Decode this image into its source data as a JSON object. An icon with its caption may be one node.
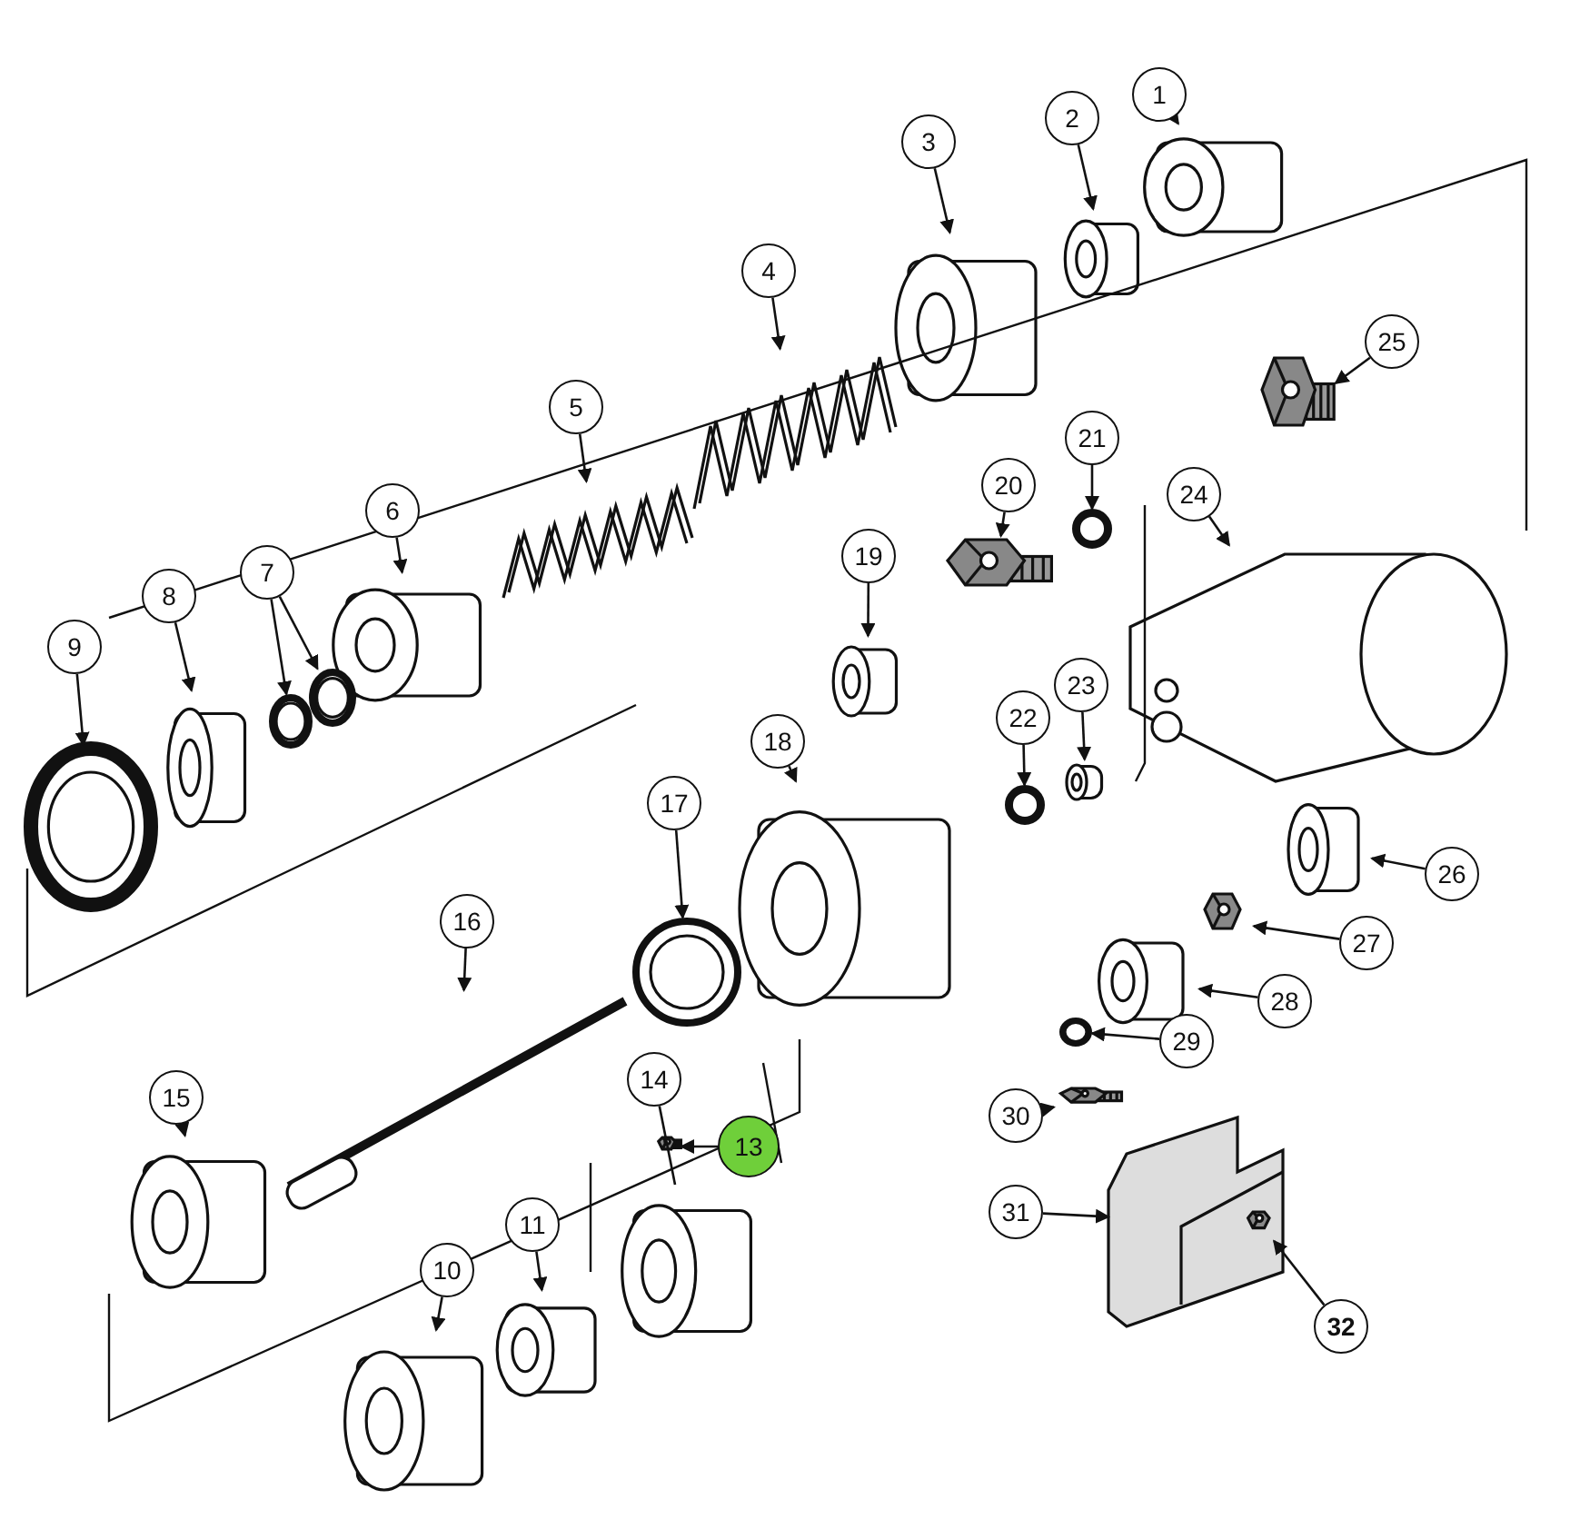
{
  "diagram": {
    "nodes": [
      {
        "text": [
          "1"
        ]
      },
      {
        "text": [],
        "shape": "picture"
      },
      {
        "text": [
          "2"
        ]
      },
      {
        "text": [],
        "shape": "picture"
      },
      {
        "text": [
          "3"
        ]
      },
      {
        "text": [],
        "shape": "picture"
      },
      {
        "text": [
          "4"
        ]
      },
      {
        "text": [],
        "shape": "picture"
      },
      {
        "text": [
          "5"
        ]
      },
      {
        "text": [],
        "shape": "picture"
      },
      {
        "text": [
          "6"
        ]
      },
      {
        "text": [],
        "shape": "picture"
      },
      {
        "text": [
          "7"
        ]
      },
      {
        "text": [],
        "shape": "picture"
      },
      {
        "text": [],
        "shape": "picture"
      },
      {
        "text": [
          "8"
        ]
      },
      {
        "text": [],
        "shape": "picture"
      },
      {
        "text": [
          "9"
        ]
      },
      {
        "text": [],
        "shape": "picture"
      },
      {
        "text": [
          "10"
        ]
      },
      {
        "text": [],
        "shape": "picture"
      },
      {
        "text": [
          "11"
        ]
      },
      {
        "text": [],
        "shape": "picture"
      },
      {
        "text": [
          "13"
        ]
      },
      {
        "text": [],
        "shape": "picture"
      },
      {
        "text": [
          "14"
        ]
      },
      {
        "text": [],
        "shape": "picture"
      },
      {
        "text": [
          "15"
        ]
      },
      {
        "text": [],
        "shape": "picture"
      },
      {
        "text": [
          "16"
        ]
      },
      {
        "text": [],
        "shape": "picture"
      },
      {
        "text": [
          "17"
        ]
      },
      {
        "text": [],
        "shape": "picture"
      },
      {
        "text": [
          "18"
        ]
      },
      {
        "text": [],
        "shape": "picture"
      },
      {
        "text": [
          "19"
        ]
      },
      {
        "text": [],
        "shape": "picture"
      },
      {
        "text": [
          "20"
        ]
      },
      {
        "text": [],
        "shape": "picture"
      },
      {
        "text": [
          "21"
        ]
      },
      {
        "text": [],
        "shape": "picture"
      },
      {
        "text": [
          "22"
        ]
      },
      {
        "text": [],
        "shape": "picture"
      },
      {
        "text": [
          "23"
        ]
      },
      {
        "text": [],
        "shape": "picture"
      },
      {
        "text": [
          "24"
        ]
      },
      {
        "text": [],
        "shape": "picture"
      },
      {
        "text": [
          "25"
        ]
      },
      {
        "text": [],
        "shape": "picture"
      },
      {
        "text": [
          "26"
        ]
      },
      {
        "text": [],
        "shape": "picture"
      },
      {
        "text": [
          "27"
        ]
      },
      {
        "text": [],
        "shape": "picture"
      },
      {
        "text": [
          "28"
        ]
      },
      {
        "text": [],
        "shape": "picture"
      },
      {
        "text": [
          "29"
        ]
      },
      {
        "text": [],
        "shape": "picture"
      },
      {
        "text": [
          "30"
        ]
      },
      {
        "text": [],
        "shape": "picture"
      },
      {
        "text": [
          "31"
        ]
      },
      {
        "text": [],
        "shape": "picture"
      },
      {
        "text": [
          "32"
        ]
      },
      {
        "text": [],
        "shape": "picture",
        "in": 60
      }
    ],
    "edges": [
      {
        "from": 0,
        "to": 1,
        "arrow": "to"
      },
      {
        "from": 2,
        "to": 3,
        "arrow": "to"
      },
      {
        "from": 4,
        "to": 5,
        "arrow": "to"
      },
      {
        "from": 6,
        "to": 7,
        "arrow": "to"
      },
      {
        "from": 8,
        "to": 9,
        "arrow": "to"
      },
      {
        "from": 10,
        "to": 11,
        "arrow": "to"
      },
      {
        "from": 12,
        "to": 13,
        "arrow": "to"
      },
      {
        "from": 12,
        "to": 14,
        "arrow": "to"
      },
      {
        "from": 15,
        "to": 16,
        "arrow": "to"
      },
      {
        "from": 17,
        "to": 18,
        "arrow": "to"
      },
      {
        "from": 19,
        "to": 20,
        "arrow": "to"
      },
      {
        "from": 21,
        "to": 22,
        "arrow": "to"
      },
      {
        "from": 23,
        "to": 24,
        "arrow": "to"
      },
      {
        "from": 25,
        "to": 26,
        "arrow": "none"
      },
      {
        "from": 27,
        "to": 28,
        "arrow": "to"
      },
      {
        "from": 29,
        "to": 30,
        "arrow": "to"
      },
      {
        "from": 31,
        "to": 32,
        "arrow": "to"
      },
      {
        "from": 33,
        "to": 34,
        "arrow": "to"
      },
      {
        "from": 35,
        "to": 36,
        "arrow": "to"
      },
      {
        "from": 37,
        "to": 38,
        "arrow": "to"
      },
      {
        "from": 39,
        "to": 40,
        "arrow": "to"
      },
      {
        "from": 41,
        "to": 42,
        "arrow": "to"
      },
      {
        "from": 43,
        "to": 44,
        "arrow": "to"
      },
      {
        "from": 45,
        "to": 46,
        "arrow": "to"
      },
      {
        "from": 47,
        "to": 48,
        "arrow": "to"
      },
      {
        "from": 49,
        "to": 50,
        "arrow": "to"
      },
      {
        "from": 51,
        "to": 52,
        "arrow": "to"
      },
      {
        "from": 53,
        "to": 54,
        "arrow": "to"
      },
      {
        "from": 55,
        "to": 56,
        "arrow": "to"
      },
      {
        "from": 57,
        "to": 58,
        "arrow": "to"
      },
      {
        "from": 59,
        "to": 60,
        "arrow": "to"
      },
      {
        "from": 61,
        "to": 62,
        "arrow": "to"
      }
    ]
  }
}
